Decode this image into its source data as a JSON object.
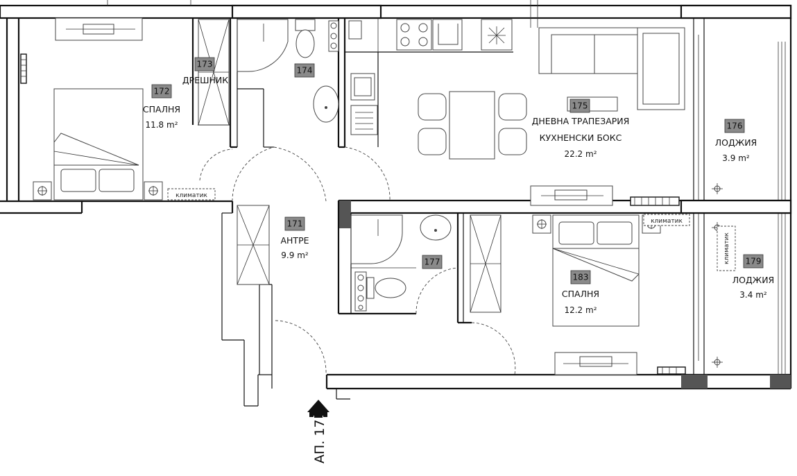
{
  "rooms": {
    "r172": {
      "tag": "172",
      "name": "СПАЛНЯ",
      "area": "11.8 m²"
    },
    "r173": {
      "tag": "173",
      "name": "ДРЕШНИК"
    },
    "r174": {
      "tag": "174"
    },
    "r175": {
      "tag": "175",
      "name_line1": "ДНЕВНА ТРАПЕЗАРИЯ",
      "name_line2": "КУХНЕНСКИ БОКС",
      "area": "22.2 m²"
    },
    "r176": {
      "tag": "176",
      "name": "ЛОДЖИЯ",
      "area": "3.9 m²"
    },
    "r171": {
      "tag": "171",
      "name": "АНТРЕ",
      "area": "9.9 m²"
    },
    "r177": {
      "tag": "177"
    },
    "r183": {
      "tag": "183",
      "name": "СПАЛНЯ",
      "area": "12.2 m²"
    },
    "r179": {
      "tag": "179",
      "name": "ЛОДЖИЯ",
      "area": "3.4 m²"
    }
  },
  "climate_labels": [
    "климатик",
    "климатик",
    "климатик"
  ],
  "entrance": {
    "label": "АП. 17"
  }
}
